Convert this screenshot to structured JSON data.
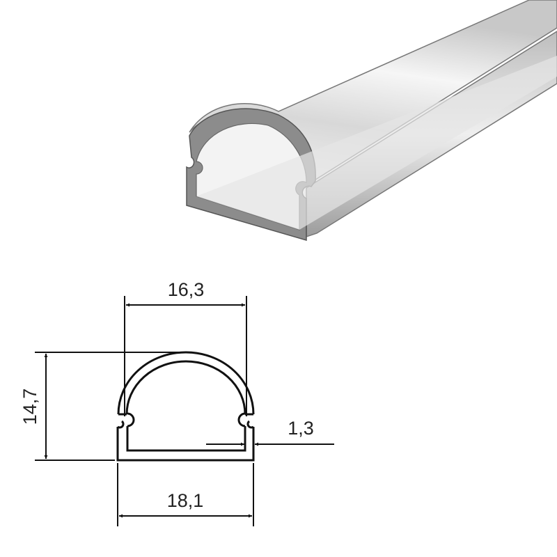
{
  "dimensions": {
    "inner_width": "16,3",
    "height": "14,7",
    "wall_thickness": "1,3",
    "outer_width": "18,1"
  },
  "colors": {
    "line": "#111111",
    "profile_shade": "#9a9a9a"
  }
}
